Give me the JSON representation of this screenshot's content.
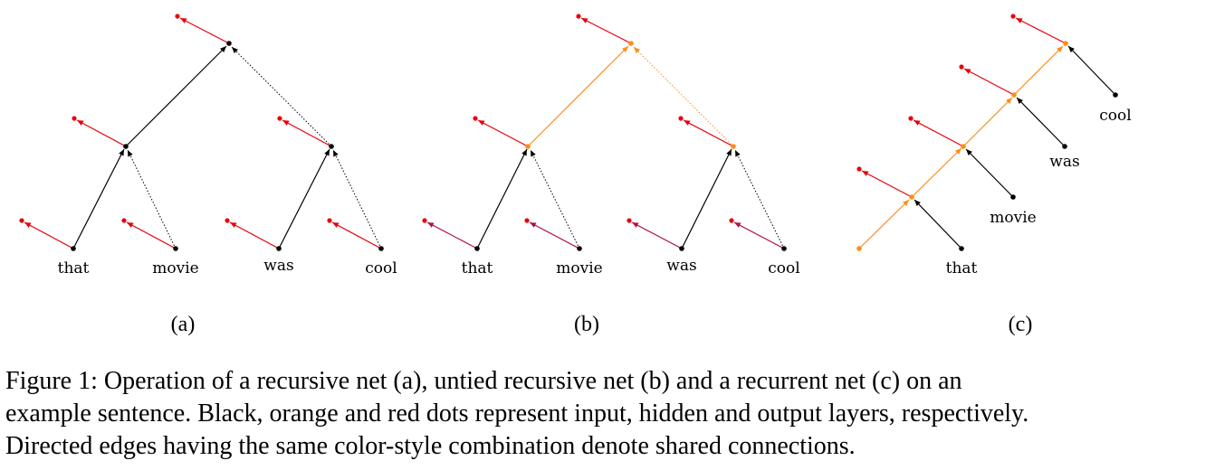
{
  "colors": {
    "input": "#000000",
    "hidden": "#ff8c1a",
    "output": "#e8000b",
    "edge_black": "#000000",
    "edge_orange": "#ff8c1a",
    "edge_red": "#e8000b",
    "edge_purple": "#b0104a"
  },
  "diagram": {
    "panel_a": {
      "label": "(a)",
      "words": [
        "that",
        "movie",
        "was",
        "cool"
      ]
    },
    "panel_b": {
      "label": "(b)",
      "words": [
        "that",
        "movie",
        "was",
        "cool"
      ]
    },
    "panel_c": {
      "label": "(c)",
      "words": [
        "that",
        "movie",
        "was",
        "cool"
      ]
    }
  },
  "caption": {
    "line1": "Figure 1: Operation of a recursive net (a), untied recursive net (b) and a recurrent net (c) on an",
    "line2": "example sentence. Black, orange and red dots represent input, hidden and output layers, respectively.",
    "line3": "Directed edges having the same color-style combination denote shared connections."
  }
}
